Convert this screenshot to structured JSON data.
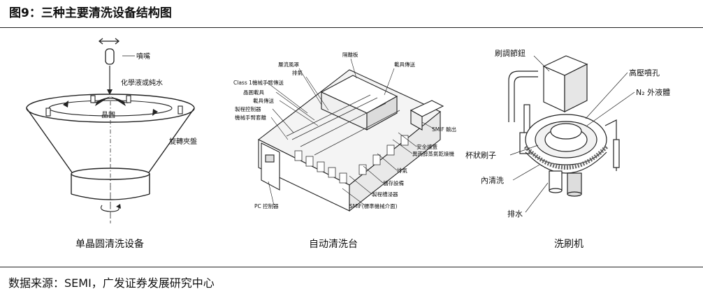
{
  "figure": {
    "title": "图9：三种主要清洗设备结构图",
    "source": "数据来源：SEMI，广发证券发展研究中心"
  },
  "panels": [
    {
      "caption": "单晶圆清洗设备",
      "labels": {
        "nozzle": "噴嘴",
        "chemical": "化學液或純水",
        "wafer": "晶圓",
        "spin": "旋轉夾盤"
      }
    },
    {
      "caption": "自动清洗台",
      "labels": {
        "flow_hood": "層流風罩",
        "exhaust_top": "排氣",
        "class1_robot": "Class 1機械手臂傳送",
        "wafer_carrier": "晶圓載具",
        "carrier_transfer": "載具傳送",
        "process_ctrl": "製程控制器",
        "robot_arm": "機械手臂套離",
        "shield": "隔離板",
        "carrier_transfer2": "載具傳送",
        "smif_out": "SMIF 輸出",
        "safety_cover": "安全護蓋",
        "dryer": "異丙醇蒸氣乾燥機",
        "exhaust_bottom": "排氣",
        "storage": "儲存設備",
        "wet_tank": "製程槽浸器",
        "smif_in": "SMIF(標準機械介面)",
        "pc": "PC 控制器"
      }
    },
    {
      "caption": "洗刷机",
      "labels": {
        "brush_knob": "刷調節鈕",
        "hp_nozzle": "高壓噴孔",
        "n2_head": "N₂ 外液體",
        "cup_brush": "杯狀刷子",
        "inner_wash": "內清洗",
        "drain": "排水"
      }
    }
  ]
}
